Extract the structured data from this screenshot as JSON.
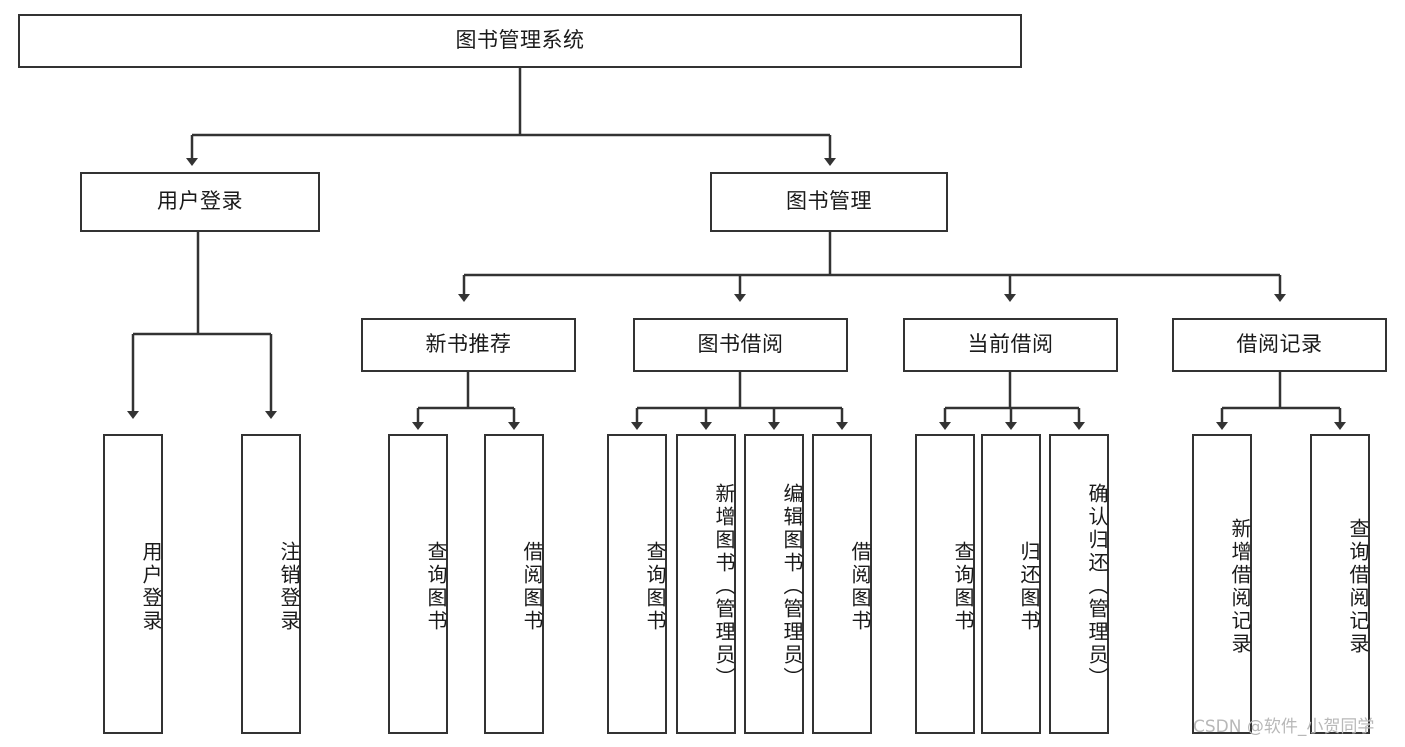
{
  "diagram": {
    "title": "图书管理系统",
    "watermark": "CSDN @软件_小贺同学",
    "stroke_color": "#333333",
    "background_color": "#ffffff",
    "text_color": "#1a1a1a",
    "watermark_color": "#b8b8b8",
    "root": {
      "label": "图书管理系统"
    },
    "level2": [
      {
        "label": "用户登录"
      },
      {
        "label": "图书管理"
      }
    ],
    "level3": [
      {
        "label": "新书推荐"
      },
      {
        "label": "图书借阅"
      },
      {
        "label": "当前借阅"
      },
      {
        "label": "借阅记录"
      }
    ],
    "leaves": {
      "user_login": [
        {
          "label": "用户登录"
        },
        {
          "label": "注销登录"
        }
      ],
      "new_book_recommend": [
        {
          "label": "查询图书"
        },
        {
          "label": "借阅图书"
        }
      ],
      "book_borrow": [
        {
          "label": "查询图书"
        },
        {
          "label": "新增图书（管理员）"
        },
        {
          "label": "编辑图书（管理员）"
        },
        {
          "label": "借阅图书"
        }
      ],
      "current_borrow": [
        {
          "label": "查询图书"
        },
        {
          "label": "归还图书"
        },
        {
          "label": "确认归还（管理员）"
        }
      ],
      "borrow_record": [
        {
          "label": "新增借阅记录"
        },
        {
          "label": "查询借阅记录"
        }
      ]
    }
  }
}
